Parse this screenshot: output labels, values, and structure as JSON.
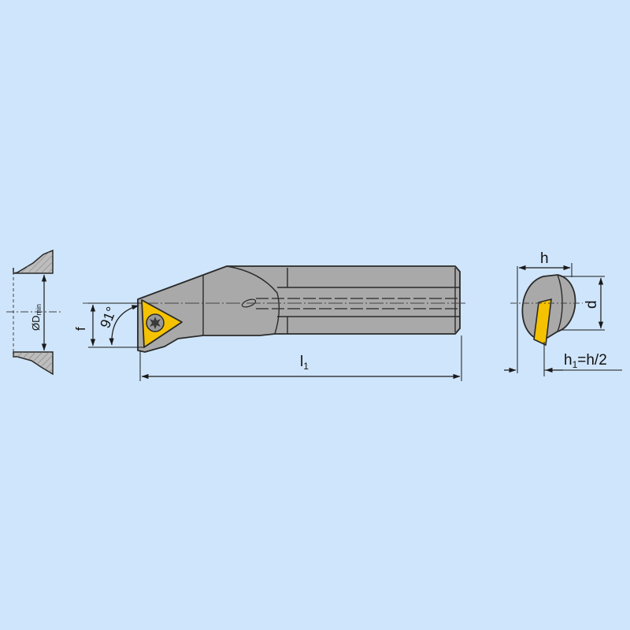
{
  "colors": {
    "background": "#cfe5fb",
    "body": "#a9a9a9",
    "outline": "#2a2a2a",
    "insert": "#f4c200",
    "hatch": "#bdbdbd"
  },
  "labels": {
    "bore_diameter": "ØD",
    "bore_diameter_sub": "min",
    "offset": "f",
    "angle": "91°",
    "length": "l",
    "length_sub": "1",
    "height": "h",
    "diameter": "d",
    "h1": "h",
    "h1_sub": "1",
    "h1_rest": "=h/2"
  },
  "icons": {
    "torx_screw": "torx-screw-icon"
  }
}
